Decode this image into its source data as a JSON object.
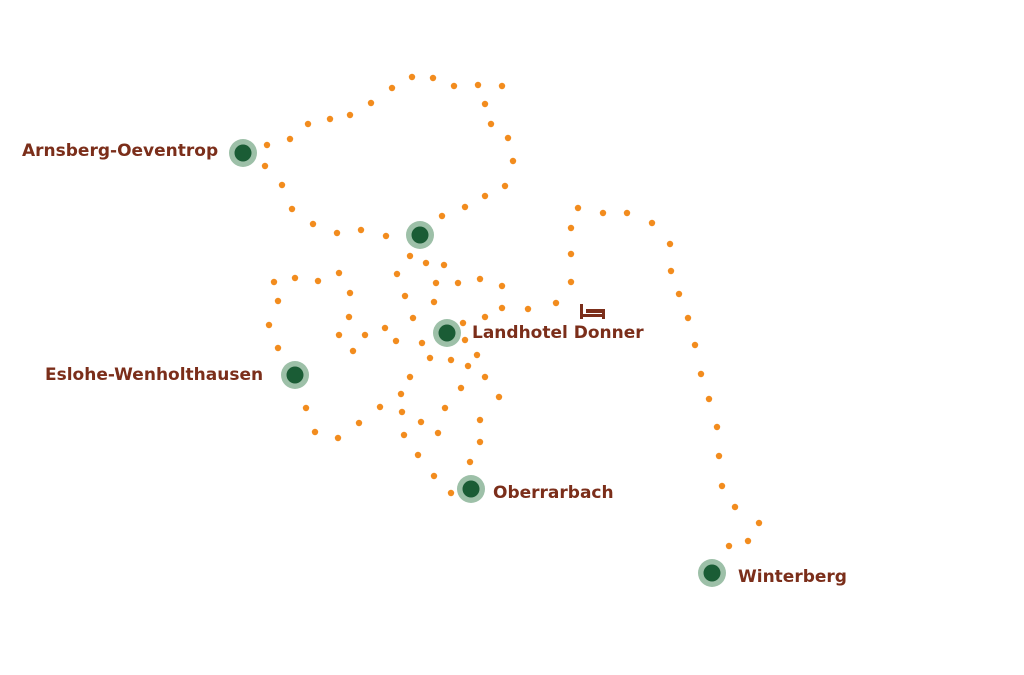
{
  "colors": {
    "route": "#f28c1e",
    "marker_outer": "#9dc0a8",
    "marker_inner": "#1a5c35",
    "label": "#7b2e1a"
  },
  "places": [
    {
      "name": "Arnsberg-Oeventrop"
    },
    {
      "name": "Landhotel Donner"
    },
    {
      "name": "Eslohe-Wenholthausen"
    },
    {
      "name": "Oberrarbach"
    },
    {
      "name": "Winterberg"
    }
  ],
  "icons": {
    "hotel": "bed-icon"
  }
}
